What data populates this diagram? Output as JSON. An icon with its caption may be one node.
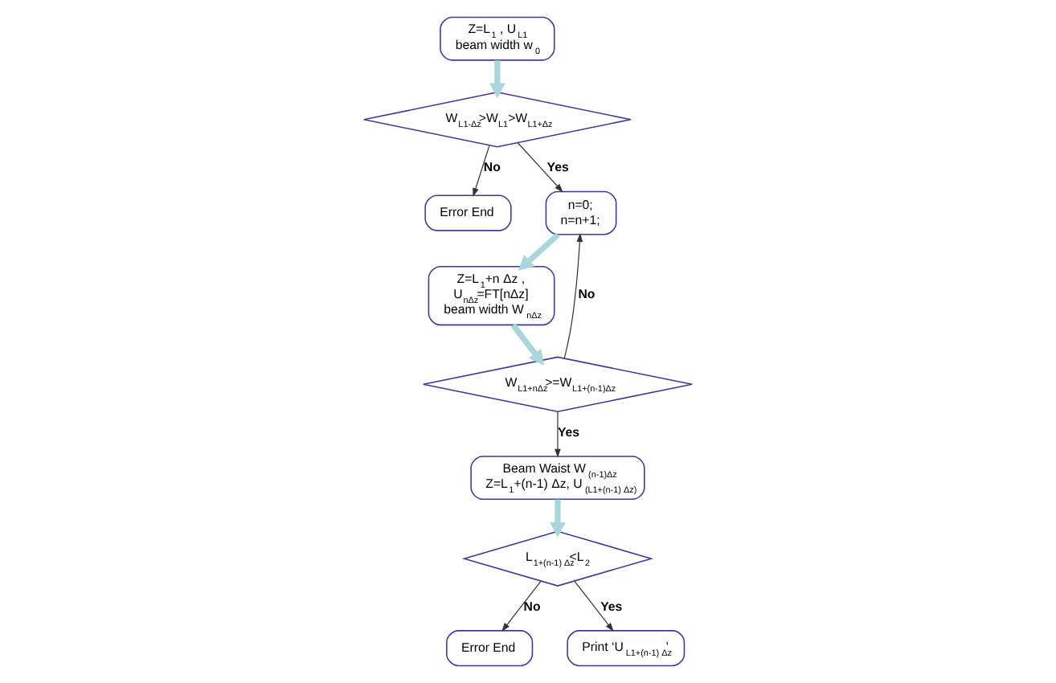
{
  "diagram": {
    "nodes": [
      {
        "text": [
          "Z=L$_{1}$ , U$_{L1}$ beam width w$_{0}$"
        ]
      },
      {
        "text": [
          "W$_{L1-Δz}$>W$_{L1}$>W$_{L1+Δz}$"
        ]
      },
      {
        "text": [
          "Error End"
        ]
      },
      {
        "text": [
          "n=0; n=n+1;"
        ]
      },
      {
        "text": [
          "Z=L$_{1}$+n Δz , U$_{nΔz}$=FT[nΔz] beam width W$_{nΔz}$"
        ]
      },
      {
        "text": [
          "W$_{L1+nΔz}$>=W$_{L1+(n-1)Δz}$"
        ]
      },
      {
        "text": [
          "Beam Waist W$_{(n-1)Δz}$ Z=L$_{1}$+(n-1) Δz, U$_{(L1+(n-1) Δz)}$"
        ]
      },
      {
        "text": [
          "L$_{1+(n-1) Δz}$<L$_{2}$"
        ]
      },
      {
        "text": [
          "Error End"
        ]
      },
      {
        "text": [
          "Print ‘U$_{L1+(n-1) Δz}$’"
        ]
      }
    ],
    "edges": [
      {
        "from": 0,
        "to": 1,
        "arrow": "to",
        "style": "thick",
        "color": "#a9d6da"
      },
      {
        "from": 1,
        "to": 2,
        "arrow": "to",
        "label": "No"
      },
      {
        "from": 1,
        "to": 3,
        "arrow": "to",
        "label": "Yes"
      },
      {
        "from": 3,
        "to": 4,
        "arrow": "to",
        "style": "thick",
        "color": "#a9d6da"
      },
      {
        "from": 4,
        "to": 5,
        "arrow": "to",
        "style": "thick",
        "color": "#a9d6da"
      },
      {
        "from": 5,
        "to": 3,
        "arrow": "to",
        "label": "No"
      },
      {
        "from": 5,
        "to": 6,
        "arrow": "to",
        "label": "Yes"
      },
      {
        "from": 6,
        "to": 7,
        "arrow": "to",
        "style": "thick",
        "color": "#a9d6da"
      },
      {
        "from": 7,
        "to": 8,
        "arrow": "to",
        "label": "No"
      },
      {
        "from": 7,
        "to": 9,
        "arrow": "to",
        "label": "Yes"
      }
    ]
  }
}
